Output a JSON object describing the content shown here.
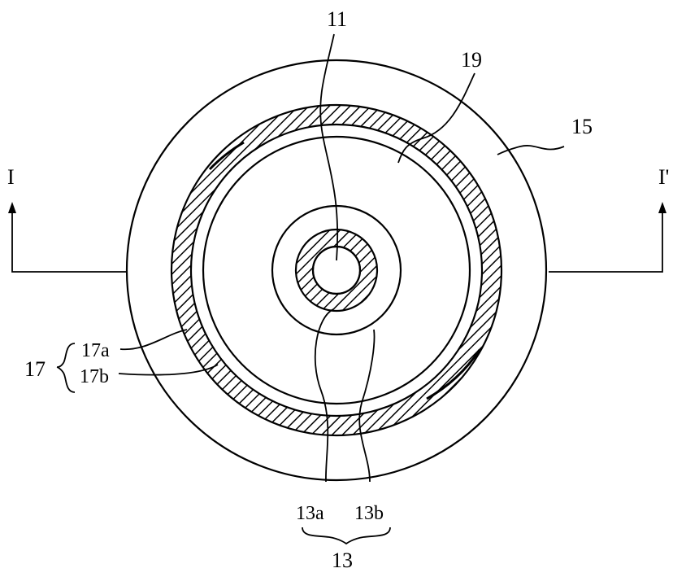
{
  "figure": {
    "labels": {
      "l11": "11",
      "l19": "19",
      "l15": "15",
      "section_left": "I",
      "section_right": "I'",
      "l17": "17",
      "l17a": "17a",
      "l17b": "17b",
      "l13a": "13a",
      "l13b": "13b",
      "l13": "13"
    }
  }
}
